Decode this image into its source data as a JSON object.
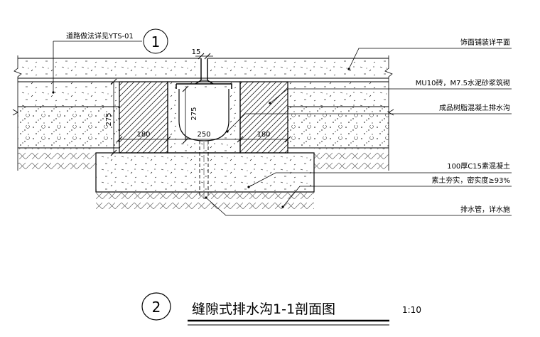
{
  "callouts": {
    "road_ref": "道路做法详见YTS-01",
    "road_ref_num": "1",
    "paving": "饰面铺装详平面",
    "brick": "MU10砖，M7.5水泥砂浆筑砌",
    "channel": "成品树脂混凝土排水沟",
    "concrete": "100厚C15素混凝土",
    "soil": "素土夯实，密实度≥93%",
    "pipe": "排水管，详水施"
  },
  "dimensions": {
    "slot_width": "15",
    "wall_left": "180",
    "channel_width": "250",
    "wall_right": "180",
    "channel_depth": "275",
    "wall_height": "275"
  },
  "title": {
    "number": "2",
    "text": "缝隙式排水沟1-1剖面图",
    "scale": "1:10"
  }
}
